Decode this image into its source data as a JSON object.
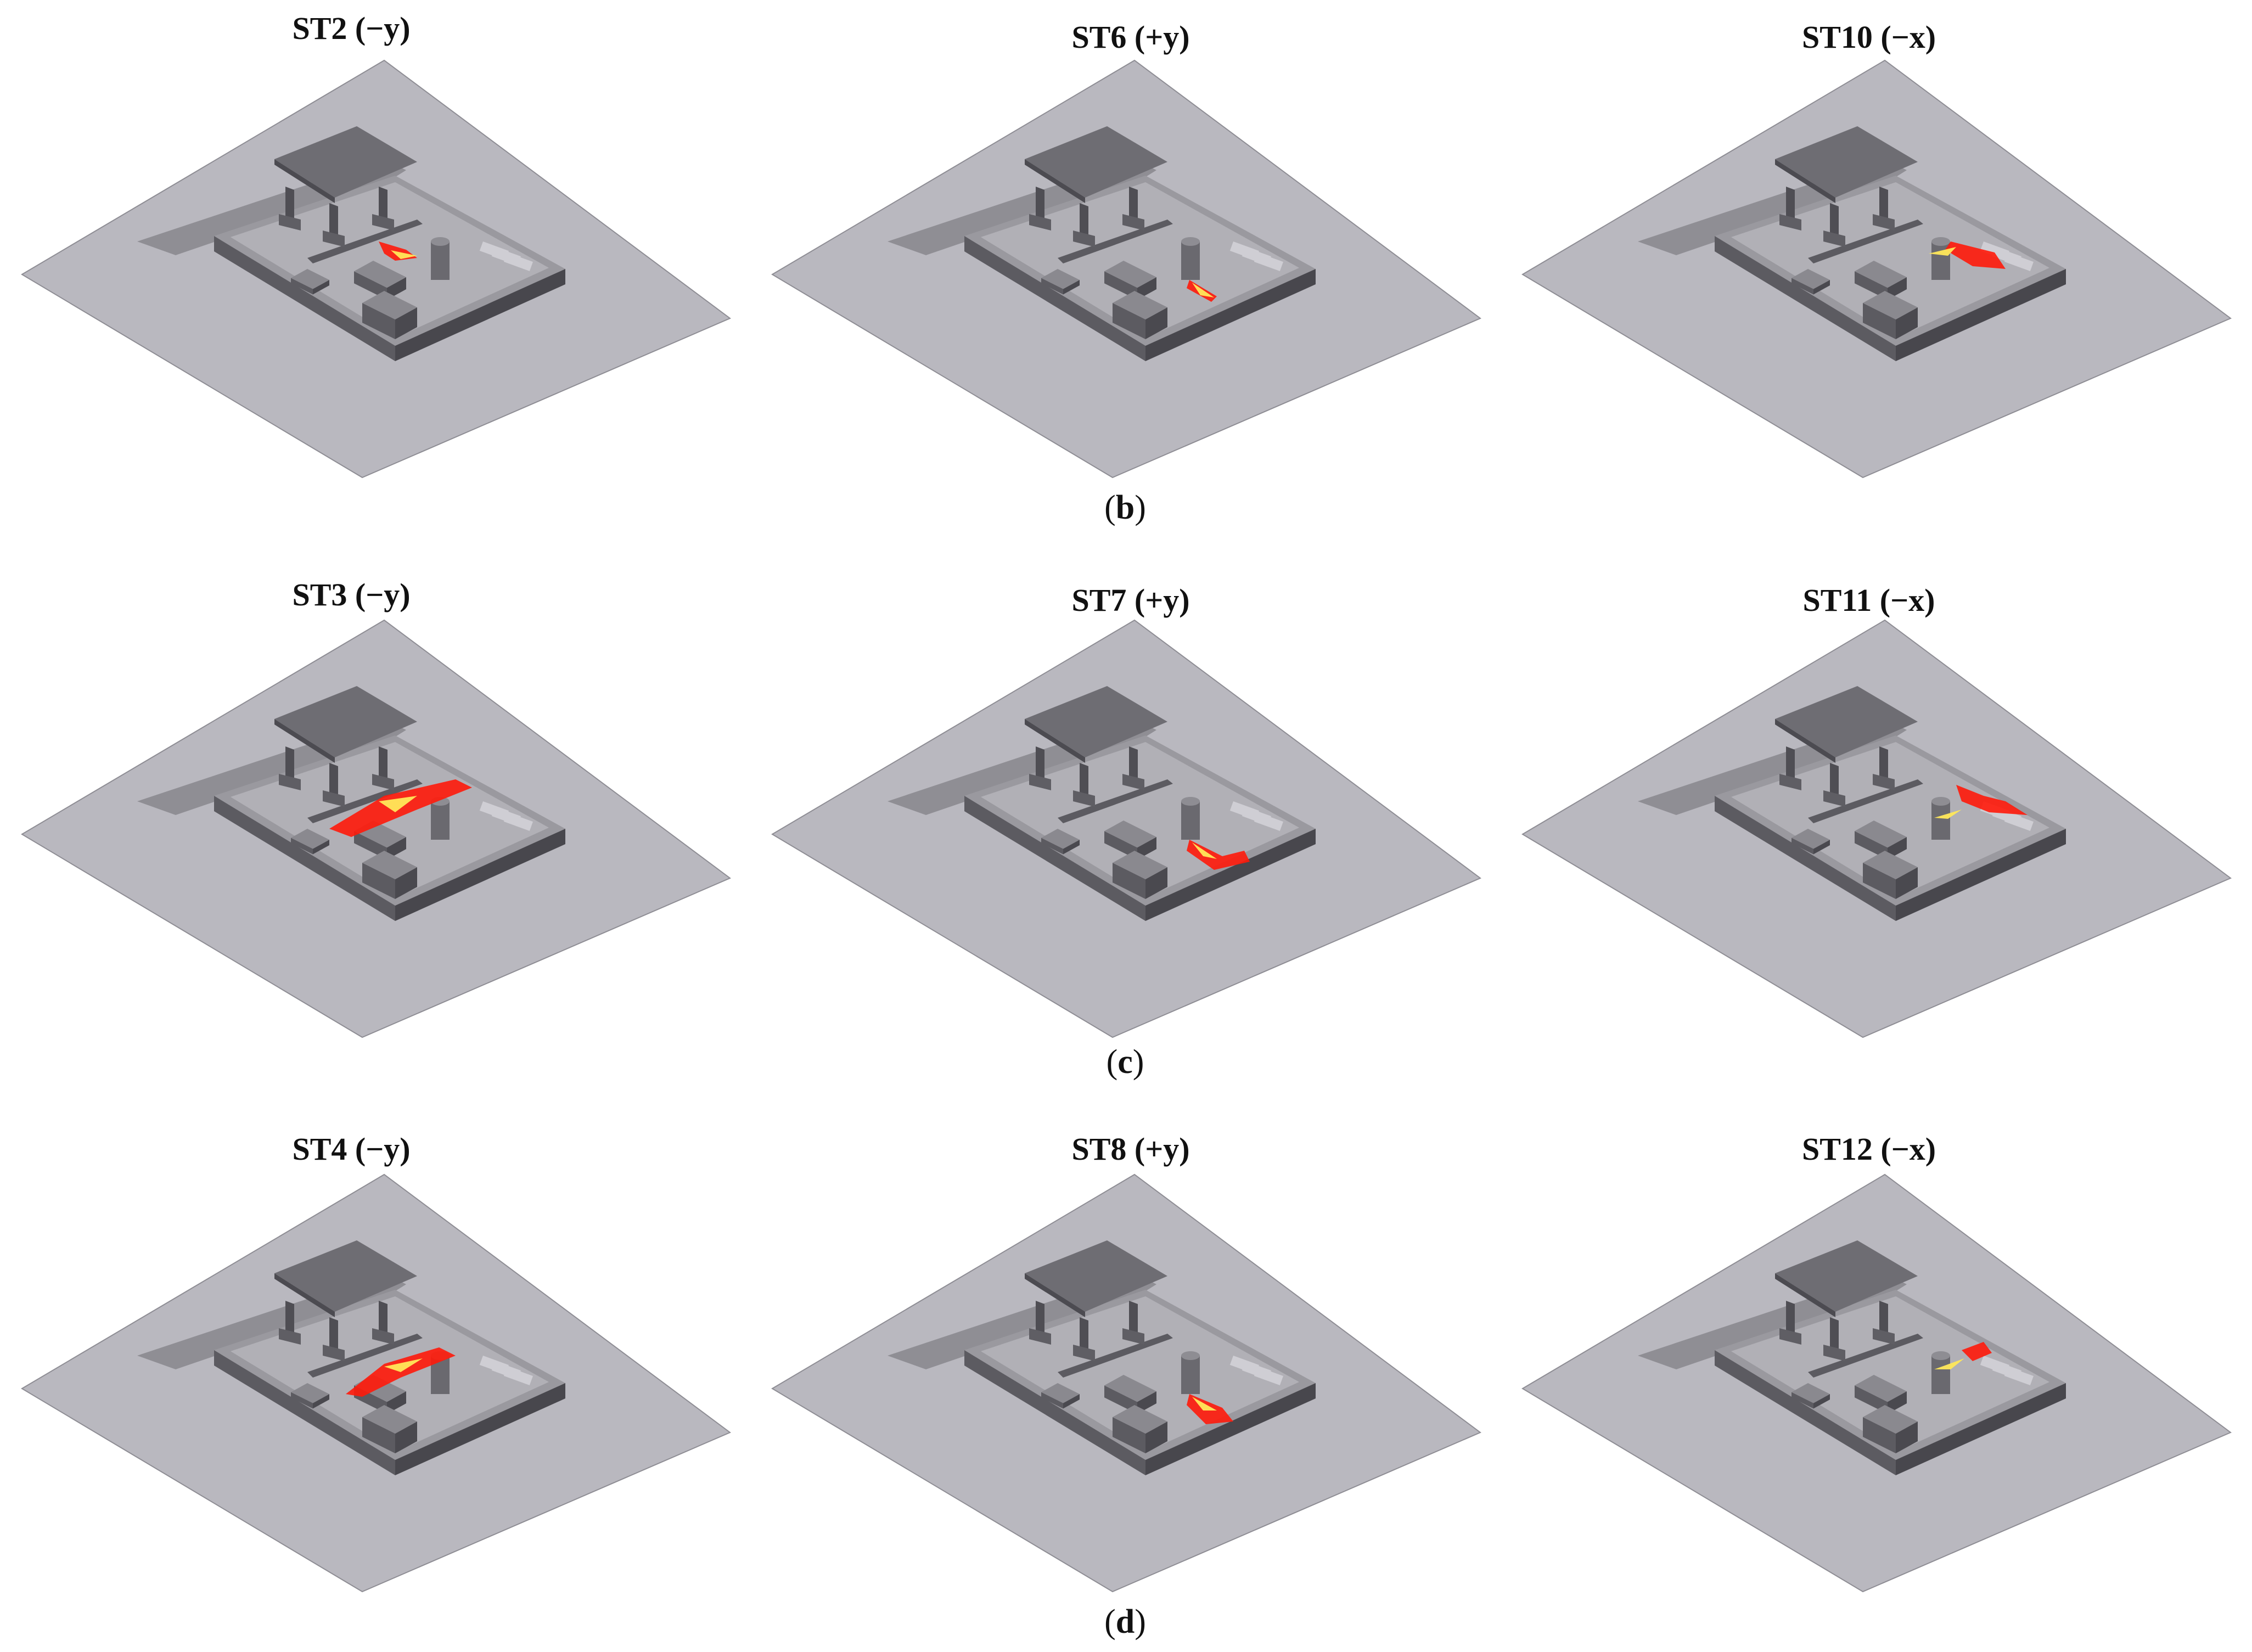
{
  "figure": {
    "rows": [
      {
        "label_open": "(",
        "label_letter": "b",
        "label_close": ")",
        "panels": [
          {
            "title": "ST2 (−y)",
            "fire": "st2"
          },
          {
            "title": "ST6 (+y)",
            "fire": "st6"
          },
          {
            "title": "ST10 (−x)",
            "fire": "st10"
          }
        ]
      },
      {
        "label_open": "(",
        "label_letter": "c",
        "label_close": ")",
        "panels": [
          {
            "title": "ST3 (−y)",
            "fire": "st3"
          },
          {
            "title": "ST7 (+y)",
            "fire": "st7"
          },
          {
            "title": "ST11 (−x)",
            "fire": "st11"
          }
        ]
      },
      {
        "label_open": "(",
        "label_letter": "d",
        "label_close": ")",
        "panels": [
          {
            "title": "ST4 (−y)",
            "fire": "st4"
          },
          {
            "title": "ST8 (+y)",
            "fire": "st8"
          },
          {
            "title": "ST12 (−x)",
            "fire": "st12"
          }
        ]
      }
    ],
    "colors": {
      "ground": "#b9b8bf",
      "ground_edge": "#8e8d94",
      "canopy": "#6e6d73",
      "wall_top": "#9a999f",
      "wall_side": "#5c5b61",
      "inner_floor": "#b1b0b6",
      "equipment": "#8a898f",
      "flame_red": "#ff1a0a",
      "flame_orange": "#ff7a00",
      "flame_yellow": "#ffe85a"
    }
  }
}
